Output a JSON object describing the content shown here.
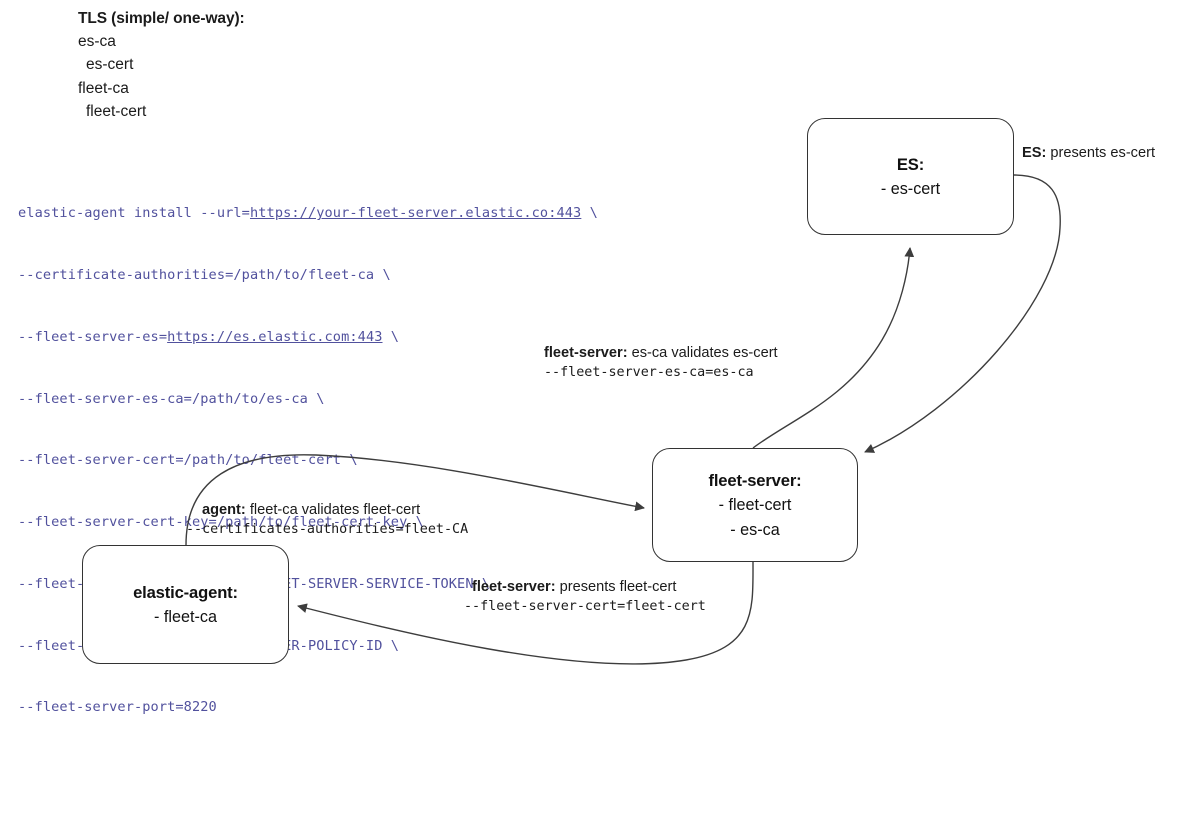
{
  "legend": {
    "title": "TLS (simple/ one-way):",
    "lines": [
      {
        "text": "es-ca",
        "indent": false
      },
      {
        "text": "es-cert",
        "indent": true
      },
      {
        "text": "fleet-ca",
        "indent": false
      },
      {
        "text": "fleet-cert",
        "indent": true
      }
    ]
  },
  "command": {
    "lines": [
      [
        {
          "text": "elastic-agent install --url=",
          "url": false
        },
        {
          "text": "https://your-fleet-server.elastic.co:443",
          "url": true
        },
        {
          "text": " \\",
          "url": false
        }
      ],
      [
        {
          "text": "--certificate-authorities=/path/to/fleet-ca \\",
          "url": false
        }
      ],
      [
        {
          "text": "--fleet-server-es=",
          "url": false
        },
        {
          "text": "https://es.elastic.com:443",
          "url": true
        },
        {
          "text": " \\",
          "url": false
        }
      ],
      [
        {
          "text": "--fleet-server-es-ca=/path/to/es-ca \\",
          "url": false
        }
      ],
      [
        {
          "text": "--fleet-server-cert=/path/to/fleet-cert \\",
          "url": false
        }
      ],
      [
        {
          "text": "--fleet-server-cert-key=/path/to/fleet-cert-key \\",
          "url": false
        }
      ],
      [
        {
          "text": "--fleet-server-service-token=FLEET-SERVER-SERVICE-TOKEN \\",
          "url": false
        }
      ],
      [
        {
          "text": "--fleet-server-policy=FLEET-SERVER-POLICY-ID \\",
          "url": false
        }
      ],
      [
        {
          "text": "--fleet-server-port=8220",
          "url": false
        }
      ]
    ]
  },
  "nodes": {
    "es": {
      "title": "ES:",
      "items": [
        "- es-cert"
      ]
    },
    "fleet_server": {
      "title": "fleet-server:",
      "items": [
        "- fleet-cert",
        "- es-ca"
      ]
    },
    "elastic_agent": {
      "title": "elastic-agent:",
      "items": [
        "- fleet-ca"
      ]
    }
  },
  "edge_labels": {
    "es_presents": {
      "actor": "ES:",
      "prose": " presents es-cert",
      "code": ""
    },
    "fleet_validates": {
      "actor": "fleet-server:",
      "prose": " es-ca validates es-cert",
      "code": "--fleet-server-es-ca=es-ca"
    },
    "agent_validates": {
      "actor": "agent:",
      "prose": " fleet-ca validates fleet-cert",
      "code": "--certificates-authorities=fleet-CA"
    },
    "fleet_presents": {
      "actor": "fleet-server:",
      "prose": " presents fleet-cert",
      "code": "--fleet-server-cert=fleet-cert"
    }
  },
  "colors": {
    "command_text": "#51519d",
    "node_border": "#333333",
    "edge_stroke": "#3d3d3d",
    "text": "#1b1b1b",
    "background": "#ffffff"
  }
}
